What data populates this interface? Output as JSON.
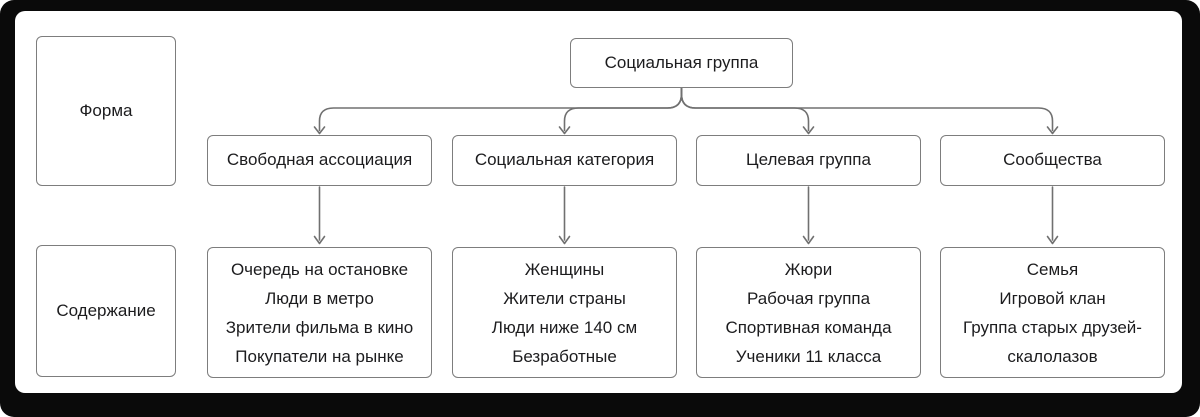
{
  "diagram": {
    "root": {
      "label": "Социальная группа"
    },
    "row_labels": {
      "form": "Форма",
      "content": "Содержание"
    },
    "columns": [
      {
        "form": "Свободная ассоциация",
        "examples": [
          "Очередь на остановке",
          "Люди в метро",
          "Зрители фильма в кино",
          "Покупатели на рынке"
        ]
      },
      {
        "form": "Социальная категория",
        "examples": [
          "Женщины",
          "Жители страны",
          "Люди ниже 140 см",
          "Безработные"
        ]
      },
      {
        "form": "Целевая группа",
        "examples": [
          "Жюри",
          "Рабочая группа",
          "Спортивная команда",
          "Ученики 11 класса"
        ]
      },
      {
        "form": "Сообщества",
        "examples": [
          "Семья",
          "Игровой клан",
          "Группа старых друзей-скалолазов"
        ]
      }
    ],
    "colors": {
      "frame": "#0a0a0a",
      "canvas": "#ffffff",
      "box_border": "#7d7d7d",
      "text": "#1c1c1e",
      "connector": "#707070"
    }
  }
}
